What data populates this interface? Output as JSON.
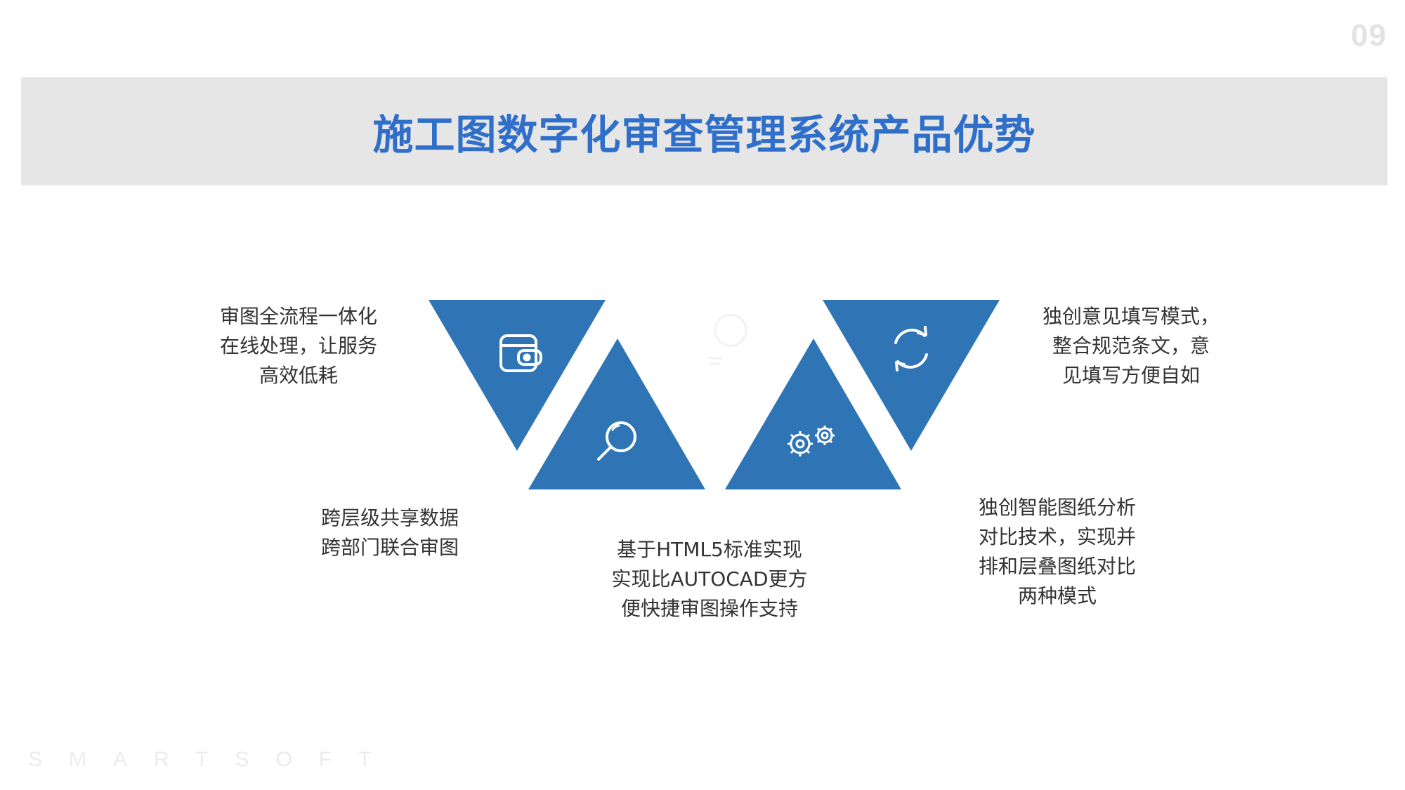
{
  "slide": {
    "page_number": "09",
    "title": "施工图数字化审查管理系统产品优势",
    "brand": "SMARTSOFT",
    "accent_color": "#2f75b5",
    "title_color": "#2f6fc9"
  },
  "features": [
    {
      "icon": "wallet-icon",
      "lines": [
        "审图全流程一体化",
        "在线处理，让服务",
        "高效低耗"
      ]
    },
    {
      "icon": "magnifier-icon",
      "lines": [
        "跨层级共享数据",
        "跨部门联合审图"
      ]
    },
    {
      "icon": "gears-icon",
      "lines": [
        "基于HTML5标准实现",
        "实现比AUTOCAD更方",
        "便快捷审图操作支持"
      ]
    },
    {
      "icon": "refresh-icon",
      "lines": [
        "独创意见填写模式，",
        "整合规范条文，意",
        "见填写方便自如"
      ]
    },
    {
      "icon": null,
      "lines": [
        "独创智能图纸分析",
        "对比技术，实现并",
        "排和层叠图纸对比",
        "两种模式"
      ]
    }
  ]
}
